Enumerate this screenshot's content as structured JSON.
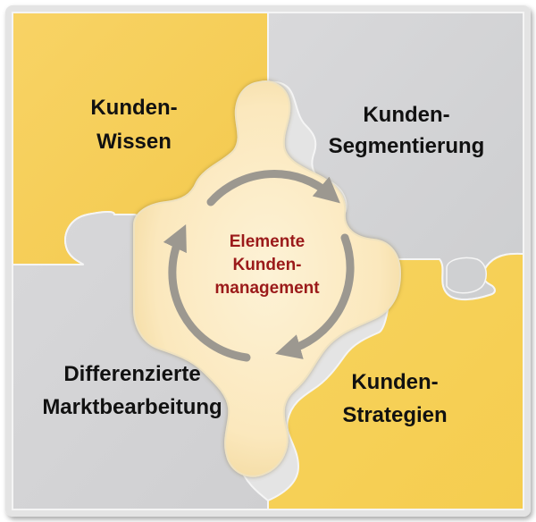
{
  "diagram": {
    "quadrants": {
      "top_left": {
        "line1": "Kunden-",
        "line2": "Wissen",
        "color": "#f6cf55"
      },
      "top_right": {
        "line1": "Kunden-",
        "line2": "Segmentierung",
        "color": "#cfd0d2"
      },
      "bottom_left": {
        "line1": "Differenzierte",
        "line2": "Marktbearbeitung",
        "color": "#cfd0d2"
      },
      "bottom_right": {
        "line1": "Kunden-",
        "line2": "Strategien",
        "color": "#f6cf55"
      }
    },
    "center": {
      "line1": "Elemente",
      "line2": "Kunden-",
      "line3": "management",
      "fill_color": "#fbeac4",
      "text_color": "#9b1a1a",
      "arrow_color": "#9c9890"
    },
    "frame_color": "#e7e7e7"
  }
}
